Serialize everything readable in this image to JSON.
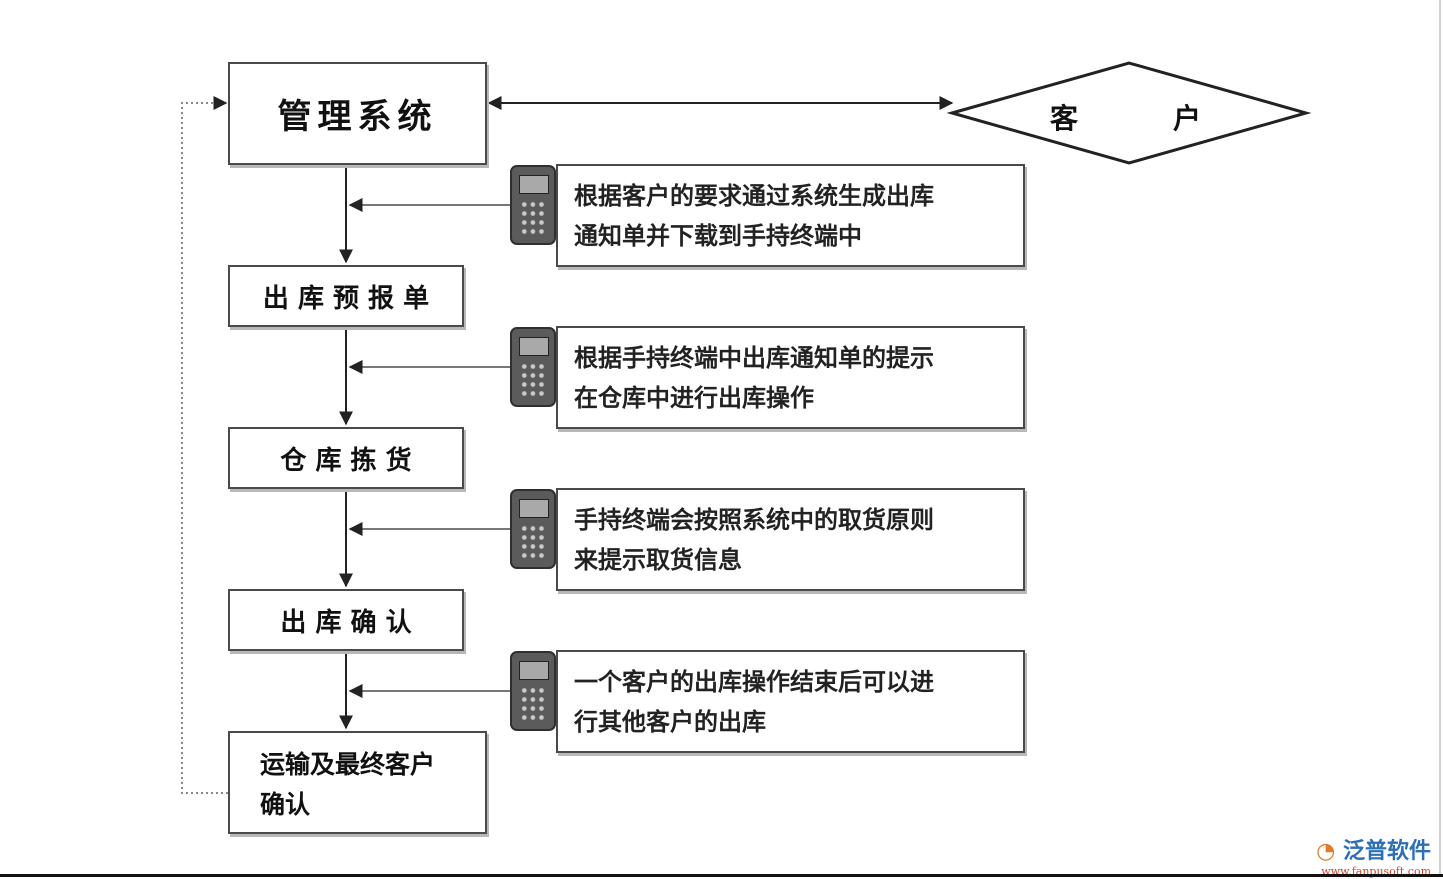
{
  "flow": {
    "system": "管理系统",
    "customer_left": "客",
    "customer_right": "户",
    "steps": [
      {
        "label": "出 库 预 报 单"
      },
      {
        "label": "仓 库 拣 货"
      },
      {
        "label": "出 库 确 认"
      }
    ],
    "final": {
      "line1": "运输及最终客户",
      "line2": "确认"
    },
    "notes": [
      {
        "line1": "根据客户的要求通过系统生成出库",
        "line2": "通知单并下载到手持终端中"
      },
      {
        "line1": "根据手持终端中出库通知单的提示",
        "line2": "在仓库中进行出库操作"
      },
      {
        "line1": "手持终端会按照系统中的取货原则",
        "line2": "来提示取货信息"
      },
      {
        "line1": "一个客户的出库操作结束后可以进",
        "line2": "行其他客户的出库"
      }
    ],
    "device_icon": "handheld-terminal-icon"
  },
  "watermark": {
    "brand": "泛普软件",
    "url": "www.fanpusoft.com"
  }
}
